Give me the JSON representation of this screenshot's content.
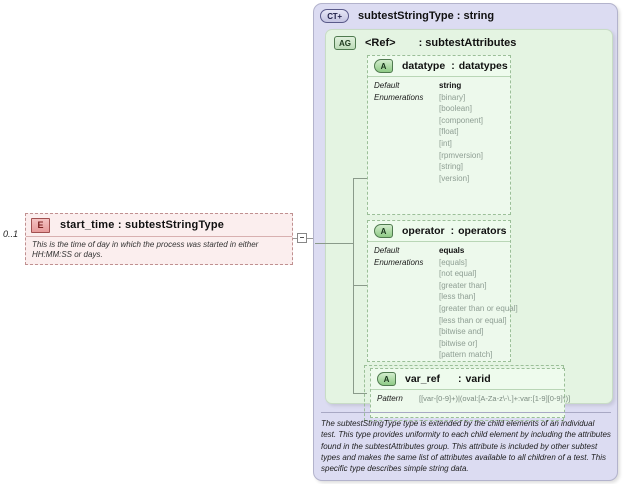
{
  "element": {
    "badge": "E",
    "title": "start_time : subtestStringType",
    "occurs": "0..1",
    "documentation": "This is the time of day in which the process was started in either HH:MM:SS or days."
  },
  "complex_type": {
    "badge": "CT",
    "badge_plus": "+",
    "title": "subtestStringType : string",
    "documentation": "The subtestStringType type is extended by the child elements of an individual test.  This type provides uniformity to each child element by including the attributes found in the subtestAttributes group.  This attribute is included by other subtest types and makes the same list of attributes available to all children of a test.  This specific type describes simple string data."
  },
  "attribute_group": {
    "badge": "AG",
    "ref": "<Ref>",
    "type": ": subtestAttributes"
  },
  "attributes": [
    {
      "badge": "A",
      "name": "datatype",
      "separator": ":",
      "type": "datatypes",
      "facets": [
        {
          "label": "Default"
        },
        {
          "label": "Enumerations"
        }
      ],
      "default": "string",
      "enumerations": [
        "[binary]",
        "[boolean]",
        "[component]",
        "[float]",
        "[int]",
        "[rpmversion]",
        "[string]",
        "[version]"
      ]
    },
    {
      "badge": "A",
      "name": "operator",
      "separator": ":",
      "type": "operators",
      "facets": [
        {
          "label": "Default"
        },
        {
          "label": "Enumerations"
        }
      ],
      "default": "equals",
      "enumerations": [
        "[equals]",
        "[not equal]",
        "[greater than]",
        "[less than]",
        "[greater than or equal]",
        "[less than or equal]",
        "[bitwise and]",
        "[bitwise or]",
        "[pattern match]"
      ]
    },
    {
      "badge": "A",
      "name": "var_ref",
      "separator": ":",
      "type": "varid",
      "facets": [
        {
          "label": "Pattern"
        }
      ],
      "pattern": "[[var-[0-9]+)|(oval:[A-Za-z\\-\\.]+:var:[1-9][0-9]*)]"
    }
  ],
  "colors": {
    "element_fill": "#fbeeee",
    "element_border": "#c09090",
    "ct_fill": "#dcdcf2",
    "ag_fill": "#e4f4e2",
    "attr_fill": "#edf9ec",
    "enum_text": "#8e9e93"
  }
}
